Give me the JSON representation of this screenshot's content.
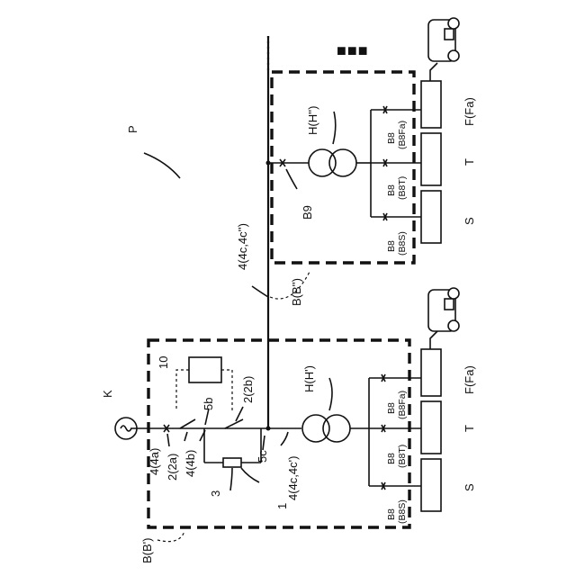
{
  "labels": {
    "system": "P",
    "source": "K",
    "line_4a": "4(4a)",
    "line_4b": "4(4b)",
    "switch_2a": "2(2a)",
    "switch_2b": "2(2b)",
    "node_5b": "5b",
    "node_5c": "5c",
    "controller": "10",
    "resistor": "3",
    "unit_1": "1",
    "line_4c1": "4(4c,4c')",
    "line_4c2": "4(4c,4c'')",
    "building_1": "B(B')",
    "building_2": "B(B'')",
    "transformer_1": "H(H')",
    "transformer_2": "H(H'')",
    "breaker_b9": "B9",
    "continuation": "■■■",
    "b8": "B8",
    "b8s": "(B8S)",
    "b8t": "(B8T)",
    "b8fa": "(B8Fa)",
    "load_s": "S",
    "load_t": "T",
    "load_f": "F(Fa)"
  }
}
